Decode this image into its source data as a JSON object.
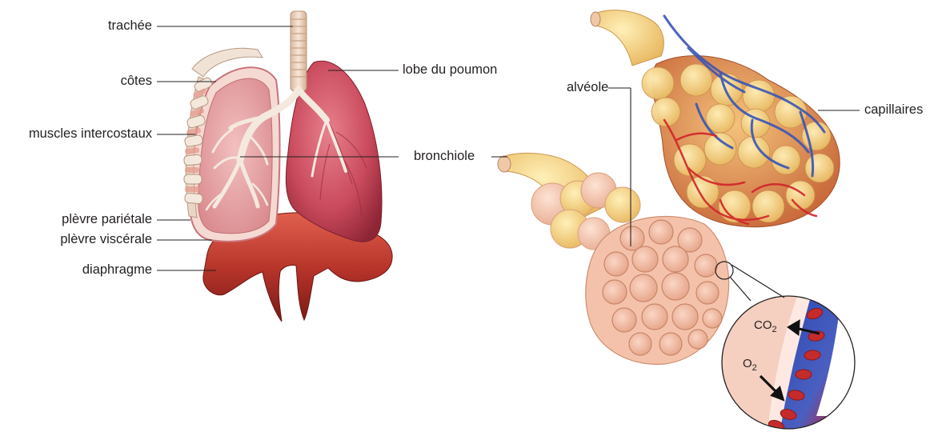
{
  "labels": {
    "trachee": "trachée",
    "cotes": "côtes",
    "muscles": "muscles intercostaux",
    "plevre_parietale": "plèvre pariétale",
    "plevre_viscerale": "plèvre viscérale",
    "diaphragme": "diaphragme",
    "lobe": "lobe du poumon",
    "bronchiole": "bronchiole",
    "alveole": "alvéole",
    "capillaires": "capillaires"
  },
  "gases": {
    "co2": "CO",
    "co2_sub": "2",
    "o2": "O",
    "o2_sub": "2"
  },
  "colors": {
    "lung": "#c94a5c",
    "lung_cut": "#e8a3a4",
    "diaphragm": "#b8352b",
    "trachea": "#f2dcc8",
    "alveolus": "#f6c9b2",
    "capillary_blue": "#3a55b4",
    "capillary_red": "#d1242a",
    "leader": "#231f20"
  }
}
